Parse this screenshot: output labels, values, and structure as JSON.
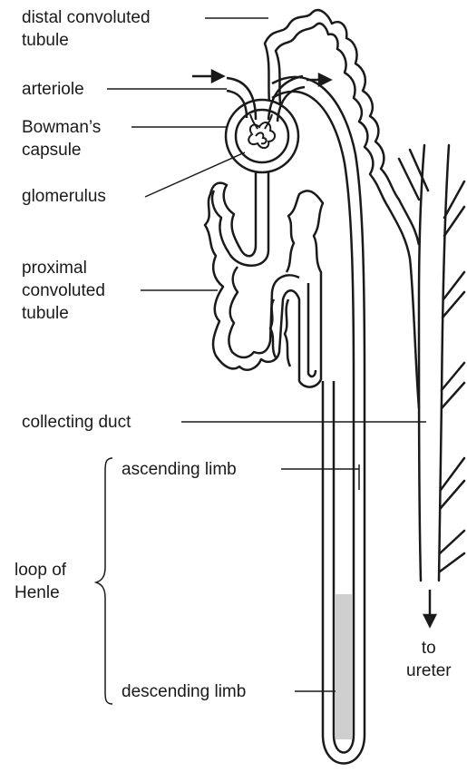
{
  "labels": {
    "distal_convoluted_tubule": "distal convoluted\ntubule",
    "arteriole": "arteriole",
    "bowmans_capsule": "Bowman’s\ncapsule",
    "glomerulus": "glomerulus",
    "proximal_convoluted_tubule": "proximal\nconvoluted\ntubule",
    "collecting_duct": "collecting duct",
    "ascending_limb": "ascending limb",
    "loop_of_henle": "loop of\nHenle",
    "descending_limb": "descending limb",
    "to_ureter": "to\nureter"
  }
}
